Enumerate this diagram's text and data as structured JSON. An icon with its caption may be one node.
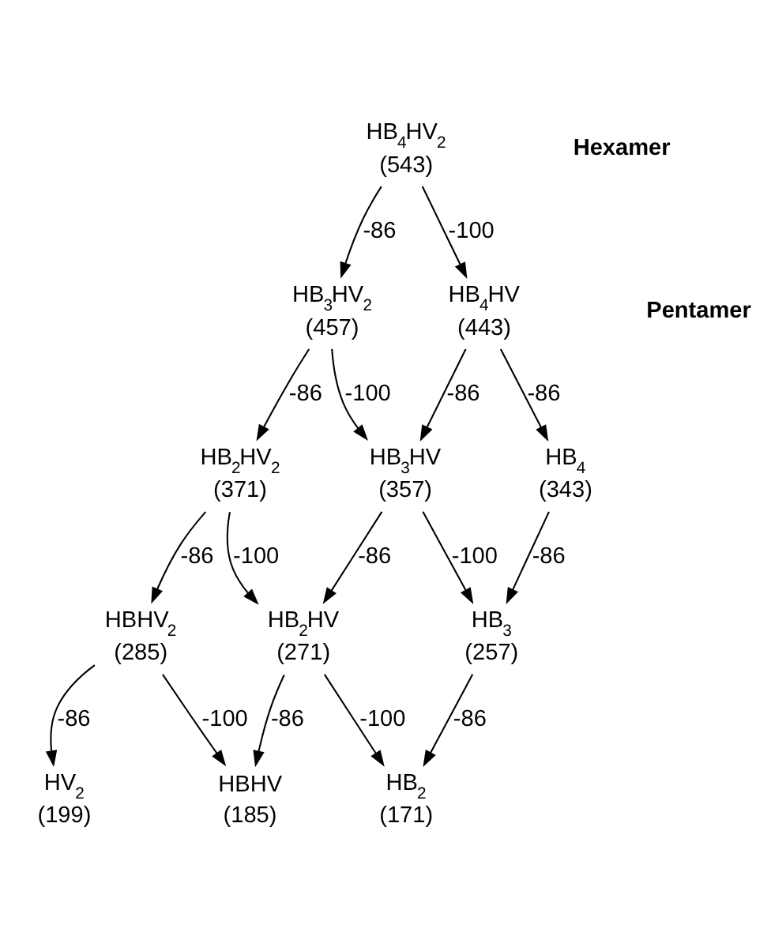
{
  "diagram": {
    "nodes": [
      {
        "text": [
          "HB$_{4}$HV$_{2}$",
          "(543)"
        ]
      },
      {
        "text": [
          "HB$_{3}$HV$_{2}$",
          "(457)"
        ]
      },
      {
        "text": [
          "HB$_{4}$HV",
          "(443)"
        ]
      },
      {
        "text": [
          "HB$_{2}$HV$_{2}$",
          "(371)"
        ]
      },
      {
        "text": [
          "HB$_{3}$HV",
          "(357)"
        ]
      },
      {
        "text": [
          "HB$_{4}$",
          "(343)"
        ]
      },
      {
        "text": [
          "HBHV$_{2}$",
          "(285)"
        ]
      },
      {
        "text": [
          "HB$_{2}$HV",
          "(271)"
        ]
      },
      {
        "text": [
          "HB$_{3}$",
          "(257)"
        ]
      },
      {
        "text": [
          "HV$_{2}$",
          "(199)"
        ]
      },
      {
        "text": [
          "HBHV",
          "(185)"
        ]
      },
      {
        "text": [
          "HB$_{2}$",
          "(171)"
        ]
      }
    ],
    "edges": [
      {
        "from": 0,
        "to": 1,
        "arrow": "to",
        "label": "-86"
      },
      {
        "from": 0,
        "to": 2,
        "arrow": "to",
        "label": "-100"
      },
      {
        "from": 1,
        "to": 3,
        "arrow": "to",
        "label": "-86"
      },
      {
        "from": 1,
        "to": 4,
        "arrow": "to",
        "label": "-100"
      },
      {
        "from": 2,
        "to": 4,
        "arrow": "to",
        "label": "-86"
      },
      {
        "from": 2,
        "to": 5,
        "arrow": "to",
        "label": "-86"
      },
      {
        "from": 3,
        "to": 6,
        "arrow": "to",
        "label": "-86"
      },
      {
        "from": 3,
        "to": 7,
        "arrow": "to",
        "label": "-100"
      },
      {
        "from": 4,
        "to": 7,
        "arrow": "to",
        "label": "-86"
      },
      {
        "from": 4,
        "to": 8,
        "arrow": "to",
        "label": "-100"
      },
      {
        "from": 5,
        "to": 8,
        "arrow": "to",
        "label": "-86"
      },
      {
        "from": 6,
        "to": 9,
        "arrow": "to",
        "label": "-86"
      },
      {
        "from": 6,
        "to": 10,
        "arrow": "to",
        "label": "-100"
      },
      {
        "from": 7,
        "to": 10,
        "arrow": "to",
        "label": "-86"
      },
      {
        "from": 7,
        "to": 11,
        "arrow": "to",
        "label": "-100"
      },
      {
        "from": 8,
        "to": 11,
        "arrow": "to",
        "label": "-86"
      }
    ],
    "labels": [
      "Hexamer",
      "Pentamer"
    ]
  }
}
